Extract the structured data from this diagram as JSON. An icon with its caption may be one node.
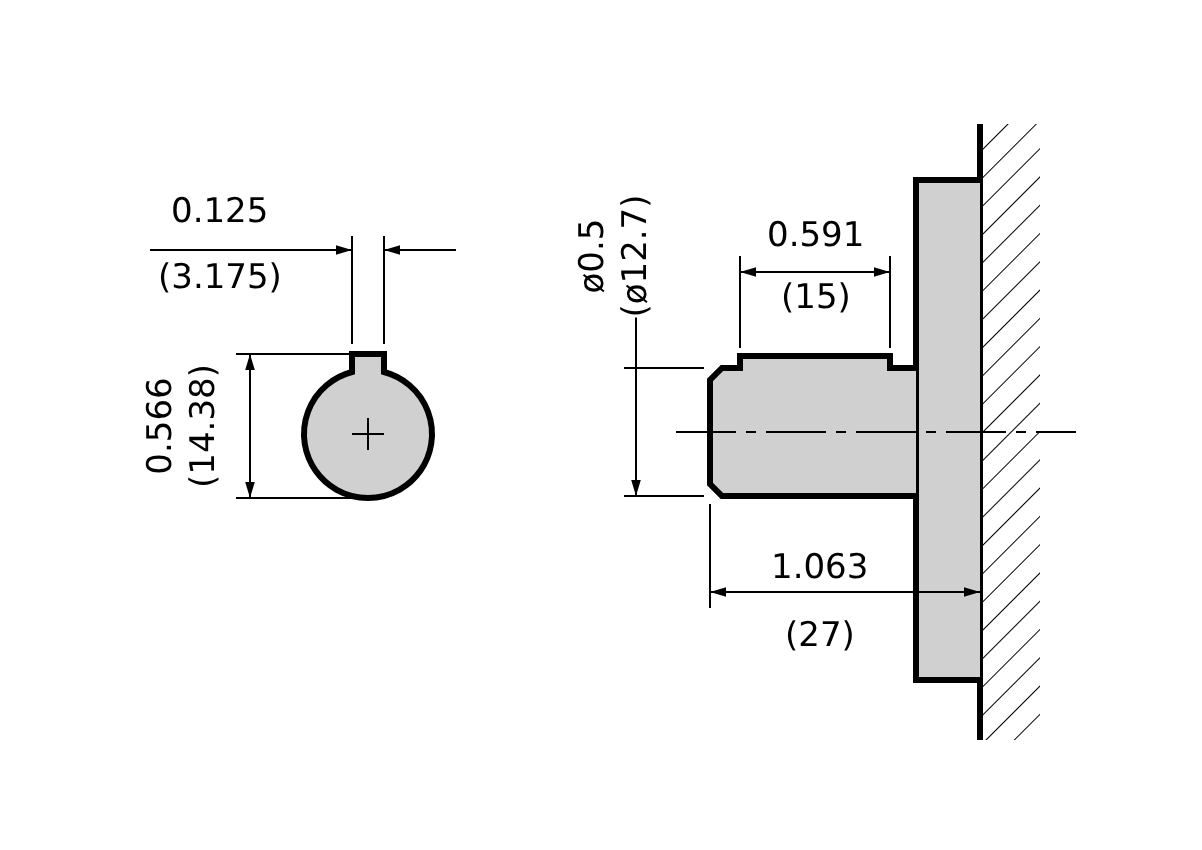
{
  "diagram": {
    "labels": [
      "0.125",
      "(3.175)",
      "0.566",
      "(14.38)",
      "ø0.5",
      "(ø12.7)",
      "0.591",
      "(15)",
      "1.063",
      "(27)"
    ]
  }
}
